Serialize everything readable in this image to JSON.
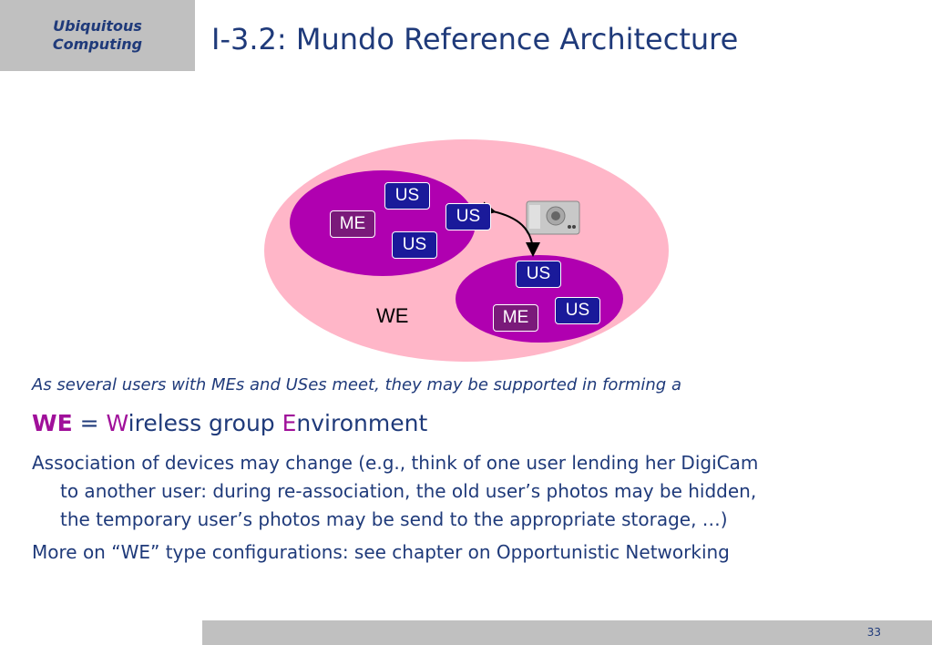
{
  "header": {
    "badge_line1": "Ubiquitous",
    "badge_line2": "Computing",
    "title": "I-3.2: Mundo Reference Architecture"
  },
  "diagram": {
    "us_label": "US",
    "me_label": "ME",
    "we_label": "WE",
    "colors": {
      "outer": "#ffb6c8",
      "group": "#b000b0",
      "us_box": "#1a1a9a",
      "me_box": "#7a1a7a"
    },
    "icons": [
      "digital-camera-icon",
      "double-arrow-icon"
    ]
  },
  "content": {
    "intro": "As several users with MEs and USes meet, they may be supported in forming a",
    "we_abbr": "WE",
    "we_eq": " = ",
    "we_w": "W",
    "we_ireless": "ireless group ",
    "we_e": "E",
    "we_nvironment": "nvironment",
    "assoc_line1": "Association of devices may change (e.g., think of one user lending her DigiCam",
    "assoc_line2": "to another user: during re-association, the old user’s photos may be hidden,",
    "assoc_line3": "the temporary user’s photos may be send to the appropriate storage, …)",
    "more": "More on “WE” type configurations: see chapter on Opportunistic Networking"
  },
  "footer": {
    "page_number": "33"
  }
}
